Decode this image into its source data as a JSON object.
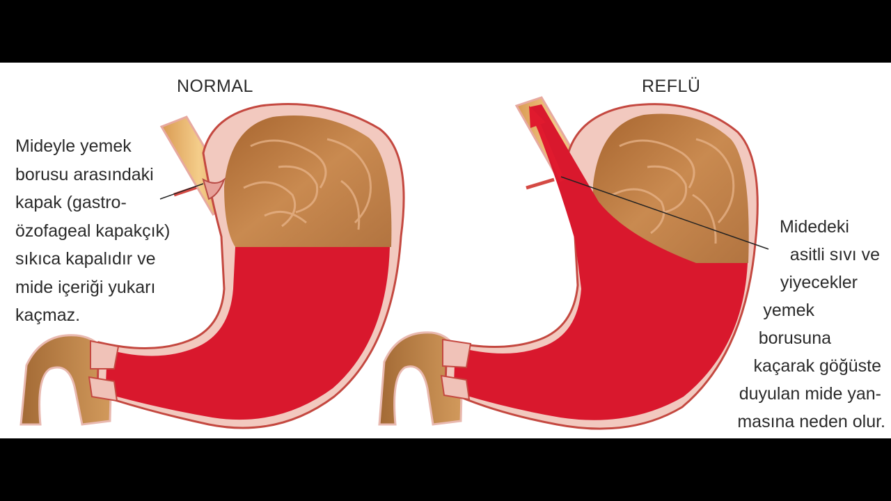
{
  "panels": [
    {
      "title": "NORMAL",
      "note_lines": [
        "Mideyle yemek",
        "borusu arasındaki",
        "kapak (gastro-",
        "özofageal kapakçık)",
        "sıkıca kapalıdır ve",
        "mide içeriği yukarı",
        "kaçmaz."
      ]
    },
    {
      "title": "REFLÜ",
      "note_lines": [
        "Midedeki",
        "asitli sıvı ve",
        "yiyecekler",
        "yemek",
        "borusuna",
        "kaçarak göğüste",
        "duyulan mide yan-",
        "masına neden olur."
      ]
    }
  ],
  "colors": {
    "background": "#000000",
    "panel": "#ffffff",
    "text": "#2a2a2a",
    "stomach_wall": "#f2c9bf",
    "wall_outline": "#c44840",
    "mucosa": "#b8733f",
    "acid_fluid": "#d9182d",
    "esophagus": "#e9b36b"
  }
}
